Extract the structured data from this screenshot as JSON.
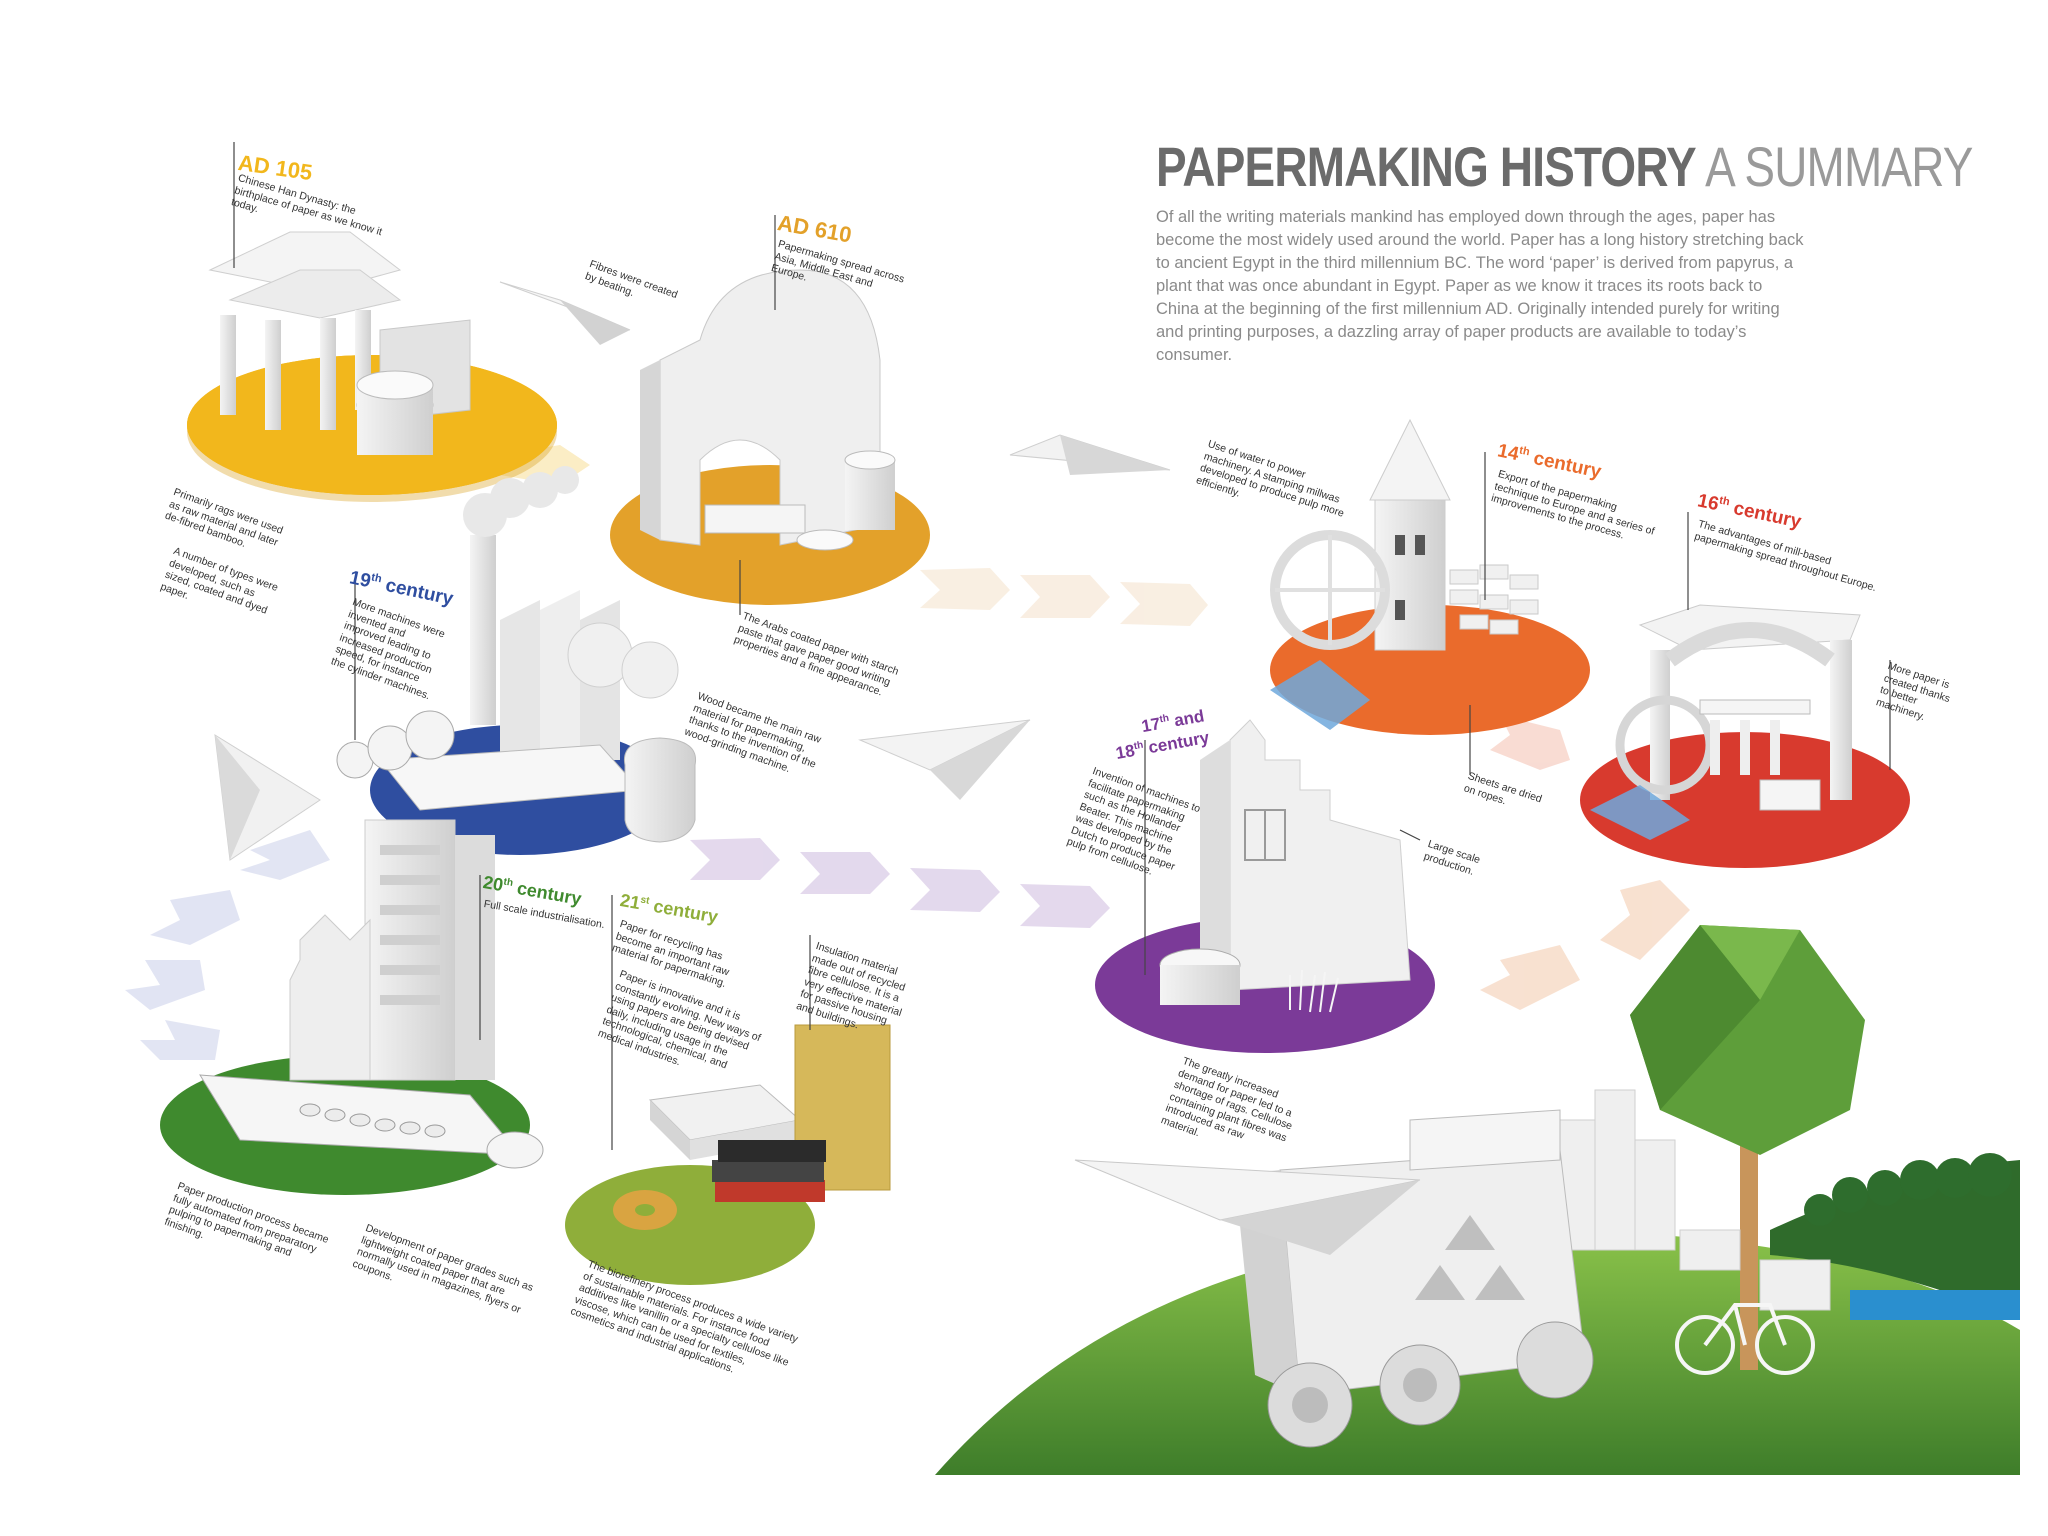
{
  "header": {
    "title_bold": "PAPERMAKING HISTORY",
    "title_light": "A SUMMARY",
    "intro": "Of all the writing materials mankind has employed down through the ages, paper has become the most widely used around the world. Paper has a long history stretching back to ancient Egypt in the third millennium BC. The word ‘paper’ is derived from papyrus, a plant that was once abundant in Egypt. Paper as we know it traces its roots back to China at the beginning of the first millennium AD. Originally intended purely for writing and printing purposes, a dazzling array of paper products are available to today’s consumer."
  },
  "eras": {
    "ad105": {
      "label": "AD 105",
      "color": "#f2b71c",
      "note": "Chinese Han Dynasty: the birthplace of paper as we know it today.",
      "note2": "Primarily rags were used as raw material and later de-fibred bamboo.",
      "note3": "A number of types were developed, such as sized, coated and dyed paper."
    },
    "ad610": {
      "label": "AD 610",
      "color": "#e3a12a",
      "note": "Papermaking spread across Asia, Middle East and Europe.",
      "note2": "Fibres were created by beating.",
      "note3": "The Arabs coated paper with starch paste that gave paper good writing properties and a fine appearance."
    },
    "c14": {
      "label": "14",
      "sup": "th",
      "word": "century",
      "color": "#ea6b2c",
      "note": "Export of the papermaking technique to Europe and a series of improvements to the process.",
      "note2": "Use of water to power machinery. A stamping millwas developed to produce pulp more efficiently.",
      "note3": "Sheets are dried on ropes."
    },
    "c16": {
      "label": "16",
      "sup": "th",
      "word": "century",
      "color": "#d83a2e",
      "note": "The advantages of mill-based papermaking spread throughout Europe.",
      "note2": "More paper is created thanks to better machinery."
    },
    "c1718": {
      "label1": "17",
      "sup1": "th",
      "and": "and",
      "label2": "18",
      "sup2": "th",
      "word": "century",
      "color": "#7b3a98",
      "note": "Invention of machines to facilitate papermaking such as the Hollander Beater. This machine was developed by the Dutch to produce paper pulp from cellulose.",
      "note2": "Large scale production.",
      "note3": "The greatly increased demand for paper led to a shortage of rags. Cellulose containing plant fibres was introduced as raw material."
    },
    "c19": {
      "label": "19",
      "sup": "th",
      "word": "century",
      "color": "#2f4ea0",
      "note": "More machines were invented and improved leading to increased production speed, for instance the cylinder machines.",
      "note2": "Wood became the main raw material for papermaking, thanks to the invention of the wood-grinding machine."
    },
    "c20": {
      "label": "20",
      "sup": "th",
      "word": "century",
      "color": "#3f8a2e",
      "note": "Full scale industrialisation.",
      "note2": "Paper production process became fully automated from preparatory pulping to papermaking and finishing.",
      "note3": "Development of paper grades such as lightweight coated paper that are normally used in magazines, flyers or coupons."
    },
    "c21": {
      "label": "21",
      "sup": "st",
      "word": "century",
      "color": "#8fae3a",
      "note": "Paper for recycling has become an important raw material for papermaking.",
      "note2": "Paper is innovative and it is constantly evolving. New ways of using papers are being devised daily, including usage in the technological, chemical, and medical industries.",
      "note3": "Insulation material made out of recycled fibre cellulose. It is a very effective material for passive housing and buildings.",
      "note4": "The biorefinery process produces a wide variety of sustainable materials. For instance food additives like vanillin or a specialty cellulose like viscose, which can be used for textiles, cosmetics and industrial applications."
    }
  },
  "colors": {
    "yellow": "#f2b71c",
    "amber": "#e3a12a",
    "orange": "#ea6b2c",
    "red": "#d83a2e",
    "purple": "#7b3a98",
    "blue": "#2f4ea0",
    "green": "#3f8a2e",
    "lime": "#8fae3a",
    "paper": "#e9e9e9"
  }
}
